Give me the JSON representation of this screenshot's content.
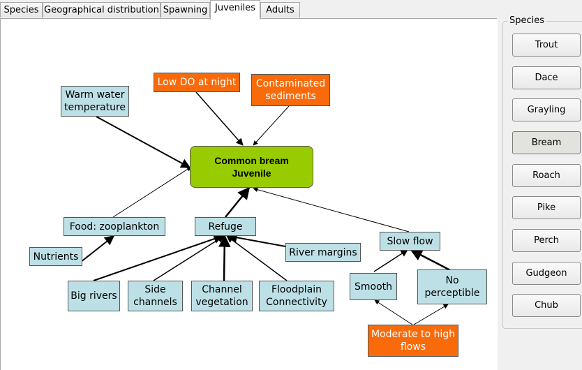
{
  "tabs": [
    {
      "label": "Species"
    },
    {
      "label": "Geographical distribution"
    },
    {
      "label": "Spawning"
    },
    {
      "label": "Juveniles"
    },
    {
      "label": "Adults"
    }
  ],
  "selected_tab": "Juveniles",
  "diagram": {
    "center": {
      "line1": "Common bream",
      "line2": "Juvenile"
    },
    "nodes": {
      "warm_water": "Warm water temperature",
      "low_do": "Low DO at night",
      "contaminated": "Contaminated sediments",
      "food": "Food: zooplankton",
      "nutrients": "Nutrients",
      "refuge": "Refuge",
      "river_margins": "River margins",
      "big_rivers": "Big rivers",
      "side_channels": "Side channels",
      "channel_vegetation": "Channel vegetation",
      "floodplain": "Floodplain Connectivity",
      "slow_flow": "Slow flow",
      "smooth": "Smooth",
      "no_perceptible": "No perceptible",
      "moderate_high": "Moderate to high flows"
    },
    "colors": {
      "factor": "#bde0e6",
      "stressor": "#f96b0a",
      "target": "#99cc00"
    }
  },
  "species_panel": {
    "title": "Species",
    "buttons": [
      "Trout",
      "Dace",
      "Grayling",
      "Bream",
      "Roach",
      "Pike",
      "Perch",
      "Gudgeon",
      "Chub"
    ],
    "selected": "Bream"
  }
}
